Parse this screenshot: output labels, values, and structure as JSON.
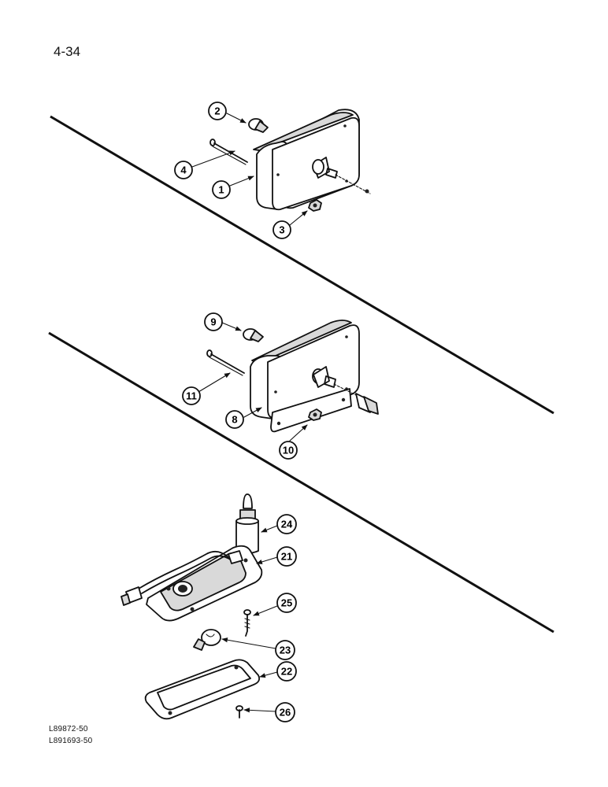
{
  "page_number": "4-34",
  "figure_refs": [
    "L89872-50",
    "L891693-50"
  ],
  "callouts": [
    {
      "id": "c2",
      "label": "2"
    },
    {
      "id": "c4",
      "label": "4"
    },
    {
      "id": "c1",
      "label": "1"
    },
    {
      "id": "c3",
      "label": "3"
    },
    {
      "id": "c9",
      "label": "9"
    },
    {
      "id": "c11",
      "label": "11"
    },
    {
      "id": "c8",
      "label": "8"
    },
    {
      "id": "c10",
      "label": "10"
    },
    {
      "id": "c24",
      "label": "24"
    },
    {
      "id": "c21",
      "label": "21"
    },
    {
      "id": "c25",
      "label": "25"
    },
    {
      "id": "c23",
      "label": "23"
    },
    {
      "id": "c22",
      "label": "22"
    },
    {
      "id": "c26",
      "label": "26"
    }
  ]
}
